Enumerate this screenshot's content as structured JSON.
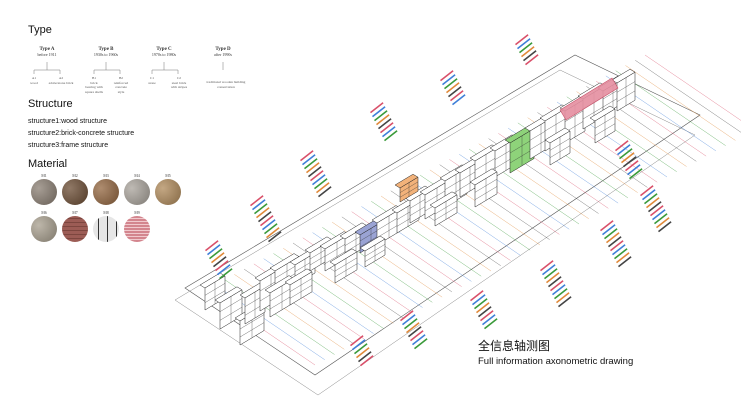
{
  "legend": {
    "type_heading": "Type",
    "types": [
      {
        "name": "Type A",
        "period": "before 1911",
        "subs": [
          {
            "code": "A1",
            "text": "wood"
          },
          {
            "code": "A2",
            "text": "adobe/stone brick"
          }
        ]
      },
      {
        "name": "Type B",
        "period": "1930s to 1960s",
        "subs": [
          {
            "code": "B1",
            "text": "brick\nbearing with\nsquare shells"
          },
          {
            "code": "B2",
            "text": "reinforced concrete\nstyle"
          }
        ]
      },
      {
        "name": "Type C",
        "period": "1970s to 1980s",
        "subs": [
          {
            "code": "C1",
            "text": "stone"
          },
          {
            "code": "C2",
            "text": "steel brick\nwith stripes"
          }
        ]
      },
      {
        "name": "Type D",
        "period": "after 1990s",
        "subs": [
          {
            "code": "",
            "text": "traditional wooden building\nconservation"
          }
        ]
      }
    ],
    "structure_heading": "Structure",
    "structures": [
      "structure1:wood structure",
      "structure2:brick-concrete structure",
      "structure3:frame structure"
    ],
    "material_heading": "Material",
    "materials": [
      {
        "label": "M1",
        "color": "#8a7e72"
      },
      {
        "label": "M2",
        "color": "#6b4c33"
      },
      {
        "label": "M3",
        "color": "#93663f"
      },
      {
        "label": "M4",
        "color": "#a9a39b"
      },
      {
        "label": "M5",
        "color": "#b08a5a"
      },
      {
        "label": "M6",
        "color": "#a89f8e"
      },
      {
        "label": "M7",
        "color": "#9c5c55"
      },
      {
        "label": "M8",
        "color": "#d8d8d8"
      },
      {
        "label": "M9",
        "color": "#c67b82"
      }
    ]
  },
  "annotation_colors": [
    "#d9506a",
    "#3f7fd8",
    "#3a9a3a",
    "#e08a3a",
    "#444444"
  ],
  "highlight_colors": {
    "pink": "#e58ea0",
    "green": "#8ed37a",
    "orange": "#f2b27a",
    "blue": "#9aa3d4"
  },
  "drawing_title_cn": "全信息轴测图",
  "drawing_title_en": "Full information axonometric drawing"
}
